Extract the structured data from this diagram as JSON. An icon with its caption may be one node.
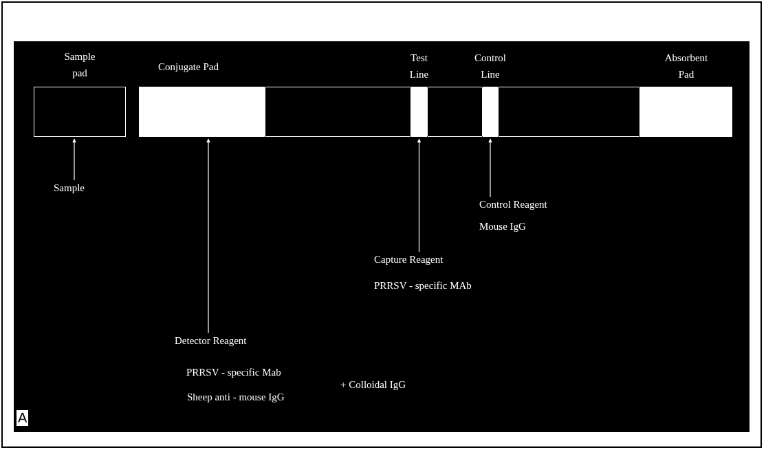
{
  "diagram": {
    "nodes": [
      {
        "text": [
          "Sample pad"
        ]
      },
      {
        "text": [
          "Conjugate Pad"
        ]
      },
      {
        "text": [],
        "shape": "box"
      },
      {
        "text": [
          "Test Line"
        ]
      },
      {
        "text": [],
        "shape": "box"
      },
      {
        "text": [
          "Control Line"
        ]
      },
      {
        "text": [],
        "shape": "box"
      },
      {
        "text": [
          "Absorbent Pad"
        ]
      },
      {
        "text": [
          "Sample"
        ]
      },
      {
        "text": [
          "Control Reagent",
          "Mouse IgG"
        ]
      },
      {
        "text": [
          "Capture Reagent",
          "PRRSV - specific MAb"
        ]
      },
      {
        "text": [
          "Detector Reagent",
          "PRRSV - specific Mab",
          "Sheep anti - mouse IgG",
          "+ Colloidal IgG"
        ]
      }
    ],
    "edges": [
      {
        "from": 8,
        "to": 0,
        "arrow": "to"
      },
      {
        "from": 11,
        "to": 1,
        "arrow": "to"
      },
      {
        "from": 10,
        "to": 3,
        "arrow": "to"
      },
      {
        "from": 9,
        "to": 5,
        "arrow": "to"
      }
    ],
    "labels": [
      "A"
    ]
  }
}
